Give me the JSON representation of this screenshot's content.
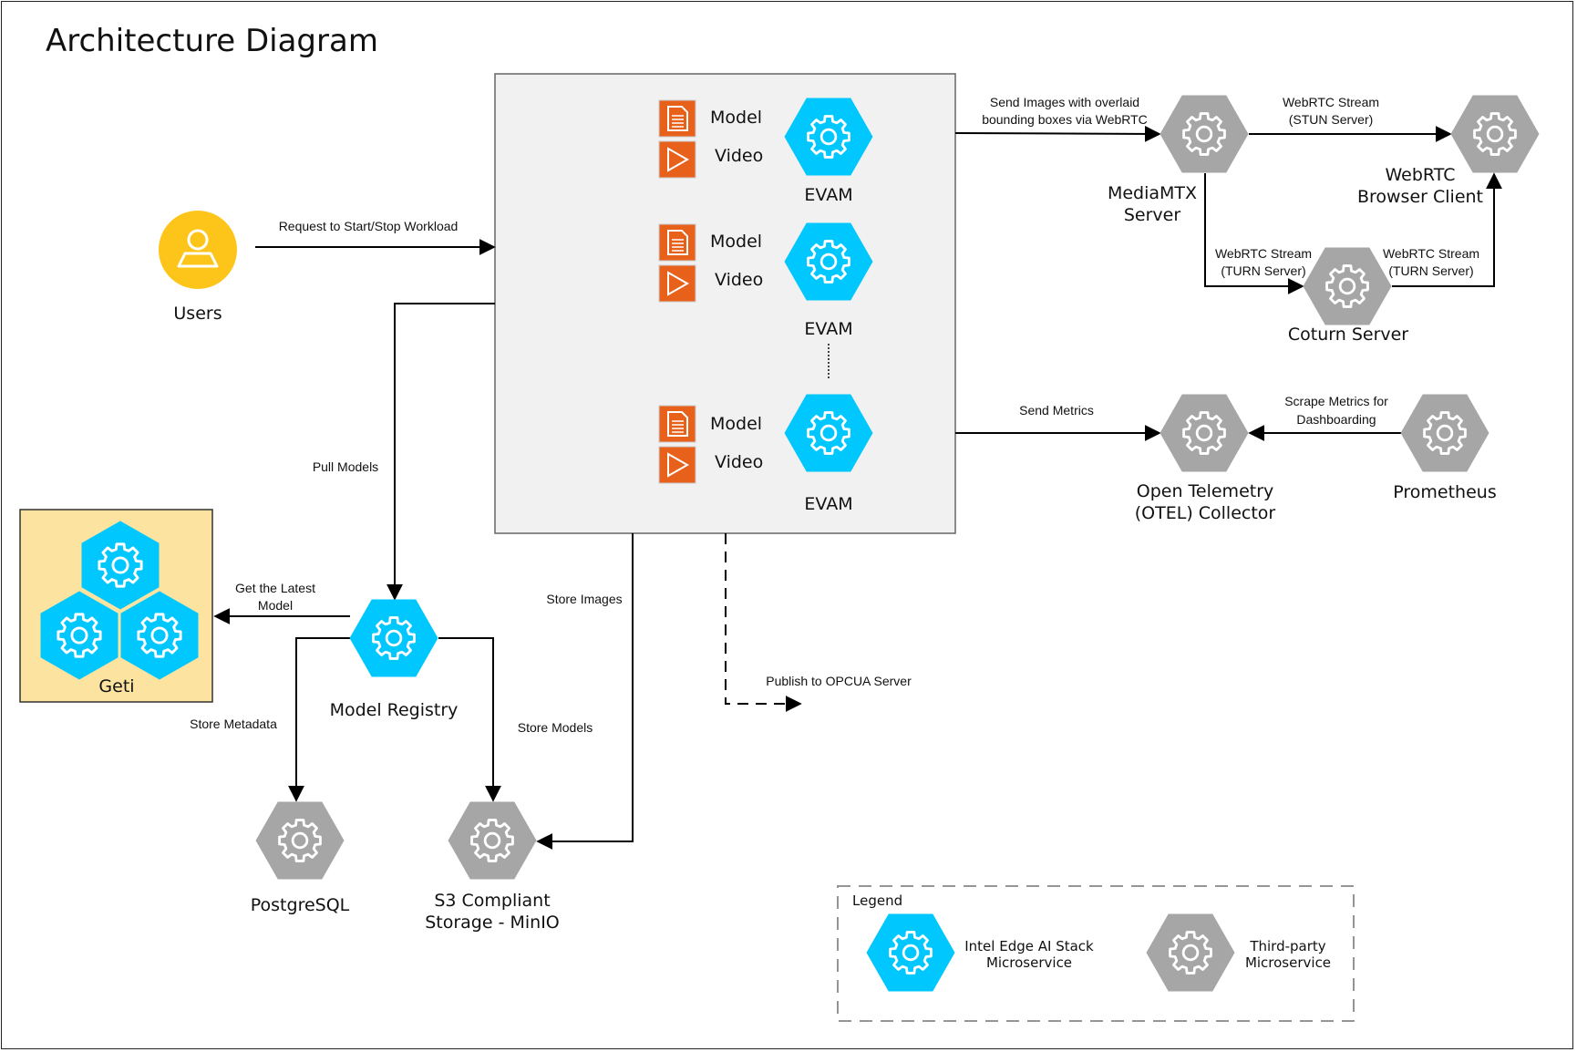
{
  "title": "Architecture Diagram",
  "colors": {
    "intel": "#00C7FD",
    "third_party": "#A6A6A6",
    "orange": "#E8611A",
    "user": "#FDC519",
    "geti_bg": "#FCE3A0",
    "main_box": "#F1F1F1"
  },
  "main_box": {
    "evams": [
      {
        "model_label": "Model",
        "video_label": "Video",
        "name": "EVAM"
      },
      {
        "model_label": "Model",
        "video_label": "Video",
        "name": "EVAM"
      },
      {
        "model_label": "Model",
        "video_label": "Video",
        "name": "EVAM"
      }
    ]
  },
  "nodes": {
    "users": "Users",
    "mediamtx": [
      "MediaMTX",
      "Server"
    ],
    "webrtc_client": [
      "WebRTC",
      "Browser Client"
    ],
    "coturn": "Coturn Server",
    "otel": [
      "Open Telemetry",
      "(OTEL) Collector"
    ],
    "prometheus": "Prometheus",
    "geti": "Geti",
    "model_registry": "Model Registry",
    "postgresql": "PostgreSQL",
    "minio": [
      "S3 Compliant",
      "Storage - MinIO"
    ]
  },
  "edges": {
    "request": "Request to Start/Stop Workload",
    "send_images": [
      "Send Images with overlaid",
      "bounding boxes via WebRTC"
    ],
    "stun": [
      "WebRTC Stream",
      "(STUN Server)"
    ],
    "turn_in": [
      "WebRTC Stream",
      "(TURN Server)"
    ],
    "turn_out": [
      "WebRTC Stream",
      "(TURN Server)"
    ],
    "send_metrics": "Send Metrics",
    "scrape": [
      "Scrape Metrics for",
      "Dashboarding"
    ],
    "pull_models": "Pull Models",
    "get_latest": [
      "Get the Latest",
      "Model"
    ],
    "store_metadata": "Store Metadata",
    "store_models": "Store Models",
    "store_images": "Store Images",
    "publish_opcua": "Publish to OPCUA Server"
  },
  "legend": {
    "title": "Legend",
    "intel": [
      "Intel Edge AI Stack",
      "Microservice"
    ],
    "third_party": [
      "Third-party",
      "Microservice"
    ]
  }
}
